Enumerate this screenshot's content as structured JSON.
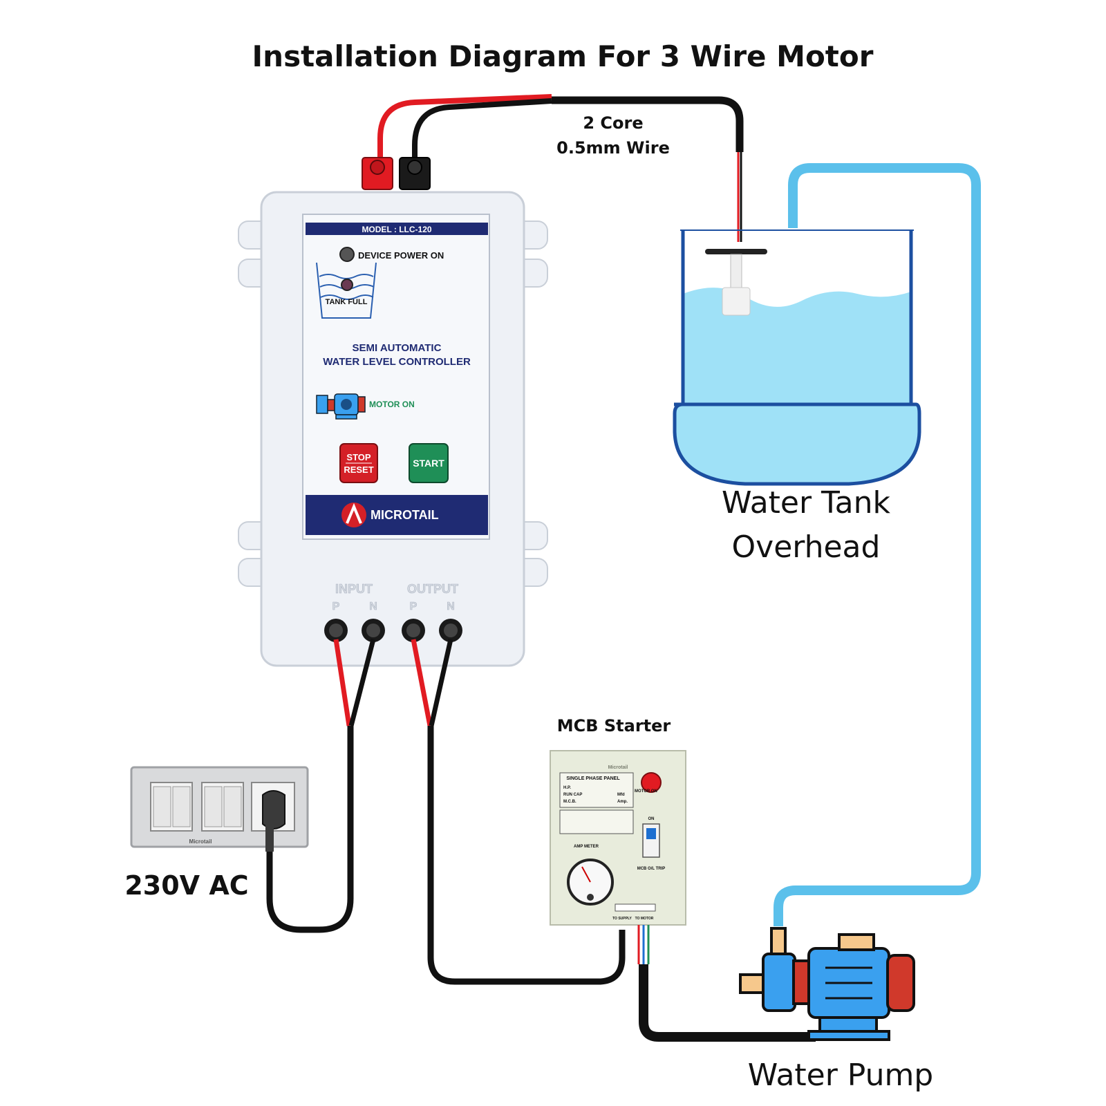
{
  "title": "Installation Diagram For 3 Wire Motor",
  "wire_label": {
    "line1": "2 Core",
    "line2": "0.5mm Wire"
  },
  "controller": {
    "model": "MODEL : LLC-120",
    "device_power": "DEVICE POWER ON",
    "tank_full": "TANK FULL",
    "name_line1": "SEMI AUTOMATIC",
    "name_line2": "WATER LEVEL CONTROLLER",
    "motor_on": "MOTOR ON",
    "stop_line1": "STOP",
    "stop_line2": "RESET",
    "start": "START",
    "brand": "MICROTAIL",
    "input": "INPUT",
    "output": "OUTPUT",
    "terminals": [
      "P",
      "N",
      "P",
      "N"
    ]
  },
  "tank": {
    "line1": "Water Tank",
    "line2": "Overhead"
  },
  "supply": {
    "label": "230V AC",
    "plate_brand": "Microtail"
  },
  "mcb": {
    "label": "MCB Starter",
    "brand": "Microtail",
    "panel_title": "SINGLE PHASE PANEL",
    "fields": [
      "H.P.",
      "RUN CAP",
      "M.C.B."
    ],
    "units": [
      "Mfd",
      "Amp."
    ],
    "motor_on": "MOTOR ON",
    "amp_meter": "AMP METER",
    "on": "ON",
    "mcb_trip": "MCB O/L TRIP",
    "to_supply": "TO SUPPLY",
    "to_motor": "TO MOTOR"
  },
  "pump": {
    "label": "Water Pump"
  },
  "colors": {
    "wire_red": "#e11b22",
    "wire_black": "#111111",
    "pipe_blue": "#5bc0eb",
    "water": "#9fe1f7",
    "tank_outline": "#1c4fa0",
    "stop_red": "#d42027",
    "start_green": "#1f8f57",
    "model_bar": "#1f2b73",
    "pump_blue": "#3aa0ef",
    "pump_red": "#d0392b"
  }
}
